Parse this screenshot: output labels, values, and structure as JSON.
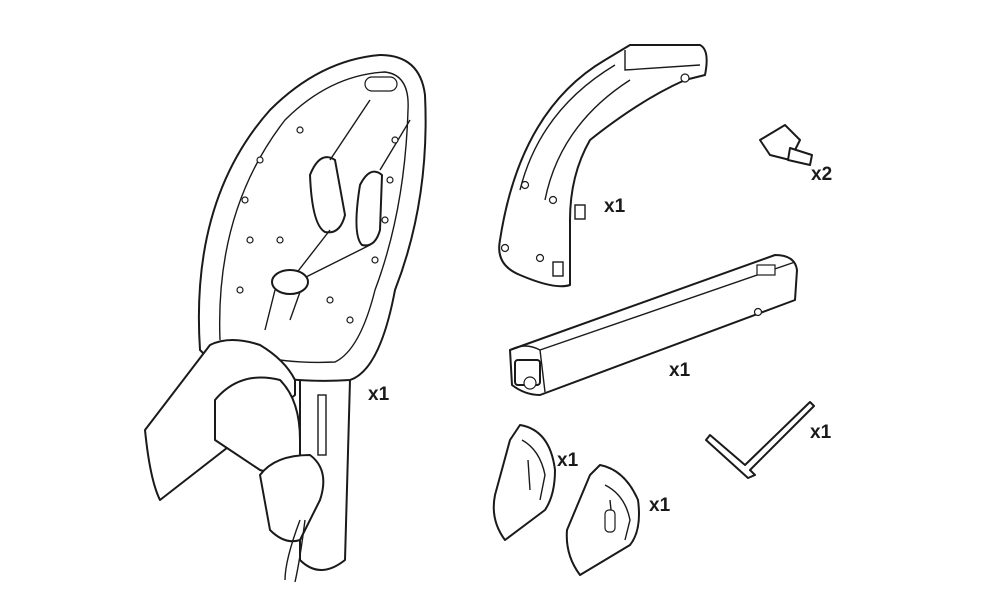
{
  "parts": [
    {
      "name": "child-seat",
      "quantity": "x1"
    },
    {
      "name": "mounting-arm",
      "quantity": "x1"
    },
    {
      "name": "key",
      "quantity": "x2"
    },
    {
      "name": "mounting-rail",
      "quantity": "x1"
    },
    {
      "name": "hex-key",
      "quantity": "x1"
    },
    {
      "name": "footrest-left",
      "quantity": "x1"
    },
    {
      "name": "footrest-right",
      "quantity": "x1"
    }
  ],
  "colors": {
    "line": "#1a1a1a",
    "background": "#ffffff"
  }
}
